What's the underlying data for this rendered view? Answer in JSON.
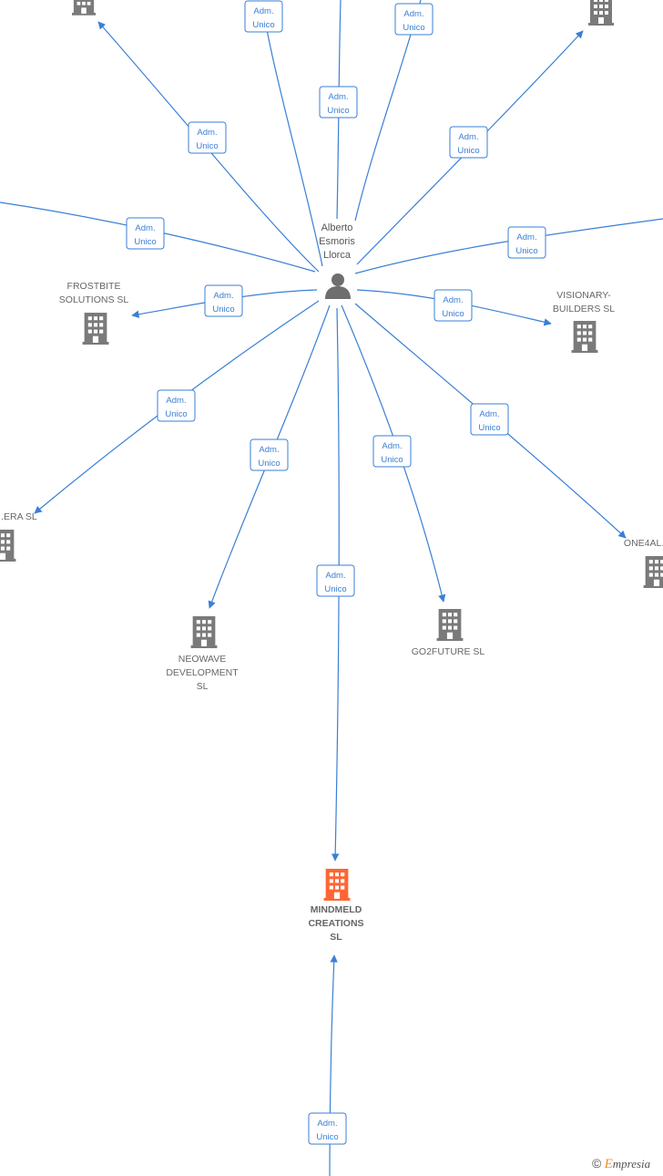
{
  "colors": {
    "edge": "#3a7fd5",
    "building": "#7a7a7a",
    "focus_building": "#ff6633",
    "person": "#6e6e6e"
  },
  "person": {
    "name": "Alberto\nEsmoris\nLlorca",
    "icon": "person-icon"
  },
  "focus_company": {
    "name": "MINDMELD\nCREATIONS\nSL",
    "icon": "building-icon"
  },
  "companies": [
    {
      "name": "FROSTBITE\nSOLUTIONS SL"
    },
    {
      "name": "VISIONARY-\nBUILDERS SL"
    },
    {
      "name": "...ERA SL"
    },
    {
      "name": "NEOWAVE\nDEVELOPMENT\nSL"
    },
    {
      "name": "GO2FUTURE SL"
    },
    {
      "name": "ONE4AL..."
    },
    {
      "name": ""
    },
    {
      "name": ""
    }
  ],
  "relation_label": [
    "Adm.",
    "Unico"
  ],
  "brand": {
    "copyright": "©",
    "e": "E",
    "rest": "mpresia"
  }
}
